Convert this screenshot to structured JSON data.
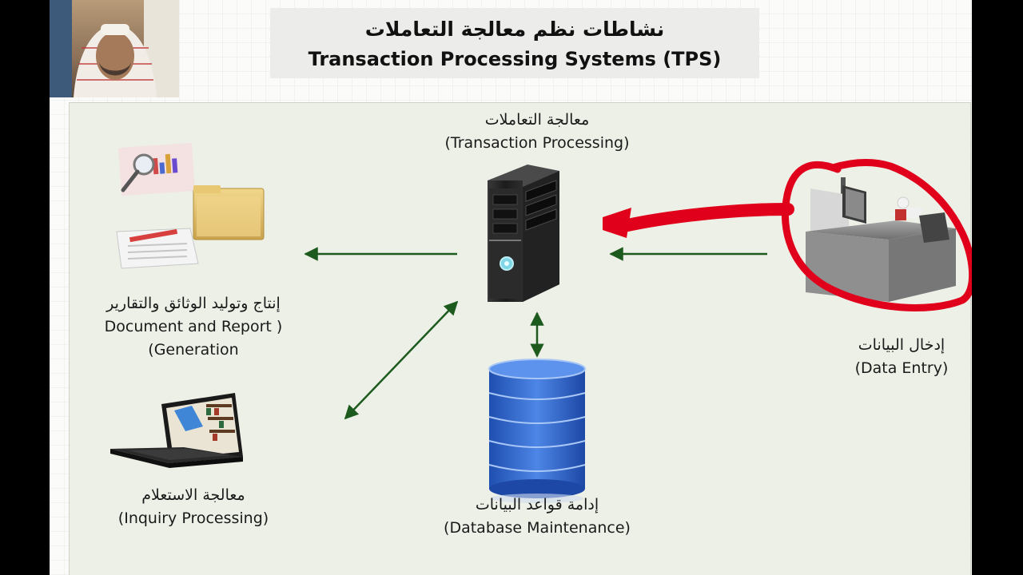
{
  "title": {
    "arabic": "نشاطات نظم معالجة التعاملات",
    "english": "Transaction Processing Systems (TPS)"
  },
  "nodes": {
    "transaction_processing": {
      "arabic": "معالجة التعاملات",
      "english": "(Transaction Processing)"
    },
    "document_generation": {
      "arabic": "إنتاج وتوليد الوثائق والتقارير",
      "english_line1": "Document and Report )",
      "english_line2": "(Generation"
    },
    "inquiry_processing": {
      "arabic": "معالجة الاستعلام",
      "english": "(Inquiry Processing)"
    },
    "database_maintenance": {
      "arabic": "إدامة قواعد البيانات",
      "english": "(Database Maintenance)"
    },
    "data_entry": {
      "arabic": "إدخال البيانات",
      "english": "(Data Entry)"
    }
  },
  "colors": {
    "arrow": "#1d5a1d",
    "annotation": "#e0001b",
    "database": "#2f63c8",
    "panel": "#edf0e7"
  },
  "icons": {
    "computer": "server-tower-icon",
    "documents": "documents-folder-icon",
    "laptop": "laptop-icon",
    "database": "database-cylinder-icon",
    "desk": "office-desk-icon"
  }
}
